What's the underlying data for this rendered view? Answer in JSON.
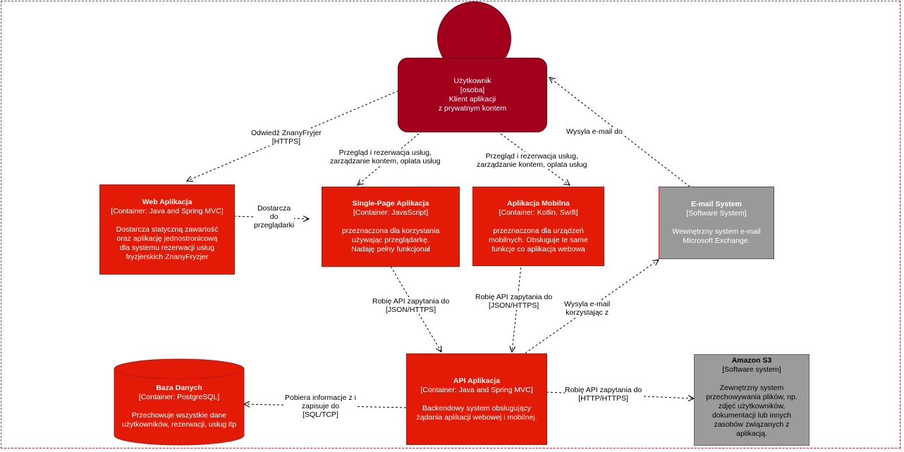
{
  "person": {
    "name": "Użytkownik",
    "type": "[osoba]",
    "desc1": "Klient aplikacji",
    "desc2": "z prywatnym kontem"
  },
  "web_app": {
    "title": "Web Aplikacja",
    "tech": "[Container: Java and Spring MVC]",
    "desc": [
      "Dostarcza statyczną zawartość",
      "oraz aplikację jednostronicową",
      "dla systemu rezerwacji usług",
      "fryzjerskich ZnanyFryzjer"
    ]
  },
  "spa": {
    "title": "Single-Page Aplikacja",
    "tech": "[Container: JavaScript]",
    "desc": [
      "przeznaczona dla korzystania",
      "używając przeglądarkę.",
      "Nadaję pełny funkcjonał"
    ]
  },
  "mobile": {
    "title": "Aplikacja Mobilna",
    "tech": "[Container: Kotlin, Swift]",
    "desc": [
      "przeznaczona dla urządzeń",
      "mobilnych. Obsługuje te same",
      "funkcje co aplikacja webowa"
    ]
  },
  "email": {
    "title": "E-mail System",
    "tech": "[Software System]",
    "desc": [
      "Wewnętrzny system e-mail",
      "Microsoft Exchange."
    ]
  },
  "api": {
    "title": "API Aplikacja",
    "tech": "[Container: Java and Spring MVC]",
    "desc": [
      "Backendowy system obsługujący",
      "żądania aplikacji webowej i mobilnej."
    ]
  },
  "db": {
    "title": "Baza Danych",
    "tech": "[Container: PostgreSQL]",
    "desc": [
      "Przechowuje wszystkie dane",
      "użytkowników, rezerwacji, usług itp"
    ]
  },
  "s3": {
    "title": "Amazon S3",
    "tech": "[Software system]",
    "desc": [
      "Zewnętrzny system",
      "przechowywania plików, np.",
      "zdjęć użytkowników,",
      "dokumentacji lub innych",
      "zasobów związanych z",
      "aplikacją."
    ]
  },
  "edges": {
    "visit": [
      "Odwiedź ZnanyFryjer",
      "[HTTPS]"
    ],
    "browse_spa": [
      "Przegląd i rezerwacja usług,",
      "zarządzanie kontem, oplata usług"
    ],
    "browse_mobile": [
      "Przegląd i rezerwacja usług,",
      "zarządzanie kontem, oplata usług"
    ],
    "email_sends": [
      "Wysyla e-mail do"
    ],
    "delivers": [
      "Dostarcza",
      "do",
      "przeglądarki"
    ],
    "spa_api": [
      "Robię API zapytania do",
      "[JSON/HTTPS]"
    ],
    "mobile_api": [
      "Robię  API zapytania do",
      "[JSON/HTTPS]"
    ],
    "api_email": [
      "Wysyla e-mail",
      "korzystając z"
    ],
    "api_db": [
      "Pobiera informacje z i",
      "zapisuje do",
      "[SQL/TCP]"
    ],
    "api_s3": [
      "Robię API zapytania do",
      "[HTTP/HTTPS]"
    ]
  }
}
